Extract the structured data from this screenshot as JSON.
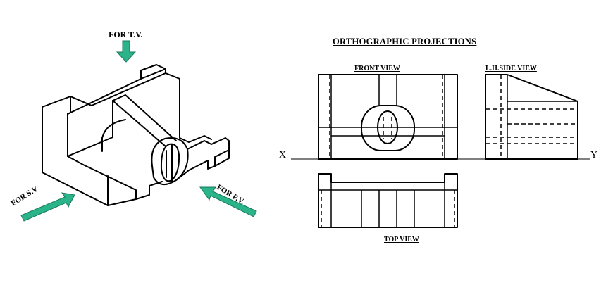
{
  "title": "ORTHOGRAPHIC PROJECTIONS",
  "views": {
    "front": "FRONT VIEW",
    "side": "L.H.SIDE VIEW",
    "top": "TOP VIEW"
  },
  "reference_line": {
    "left": "X",
    "right": "Y"
  },
  "arrows": {
    "top_view": "FOR T.V.",
    "side_view": "FOR S.V",
    "front_view": "FOR F.V."
  },
  "colors": {
    "arrow": "#2bb38a",
    "ink": "#000000"
  }
}
